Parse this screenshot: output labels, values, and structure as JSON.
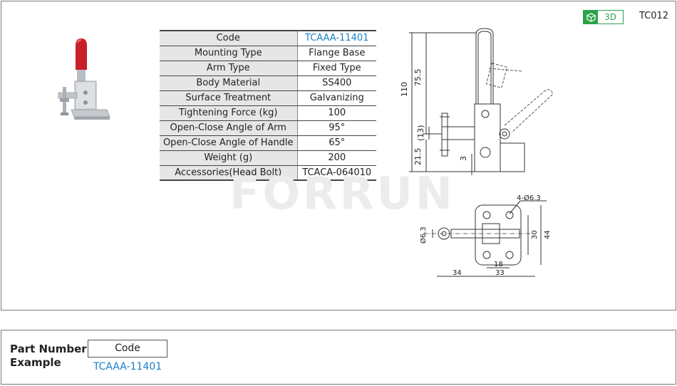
{
  "header": {
    "badge_3d": "3D",
    "series_code": "TC012"
  },
  "spec_table": [
    {
      "key": "Code",
      "value": "TCAAA-11401",
      "highlight": true
    },
    {
      "key": "Mounting Type",
      "value": "Flange Base"
    },
    {
      "key": "Arm Type",
      "value": "Fixed Type"
    },
    {
      "key": "Body Material",
      "value": "SS400"
    },
    {
      "key": "Surface Treatment",
      "value": "Galvanizing"
    },
    {
      "key": "Tightening Force (kg)",
      "value": "100"
    },
    {
      "key": "Open-Close Angle of Arm",
      "value": "95°"
    },
    {
      "key": "Open-Close  Angle of Handle",
      "value": "65°"
    },
    {
      "key": "Weight (g)",
      "value": "200"
    },
    {
      "key": "Accessories(Head Bolt)",
      "value": "TCACA-064010"
    }
  ],
  "watermark": "FORRUN",
  "drawing": {
    "dim_110": "110",
    "dim_75_5": "75.5",
    "dim_13": "(13)",
    "dim_21_5": "21.5",
    "dim_3": "3",
    "dim_hole": "4-Ø6.3",
    "dim_phi": "Ø6.3",
    "dim_30": "30",
    "dim_44": "44",
    "dim_18": "18",
    "dim_34": "34",
    "dim_33": "33"
  },
  "part_number": {
    "title_line1": "Part Number",
    "title_line2": "Example",
    "code_label": "Code",
    "code_value": "TCAAA-11401"
  },
  "colors": {
    "accent_blue": "#1a7fc9",
    "accent_green": "#2aa34a",
    "handle_red": "#c8202a"
  }
}
